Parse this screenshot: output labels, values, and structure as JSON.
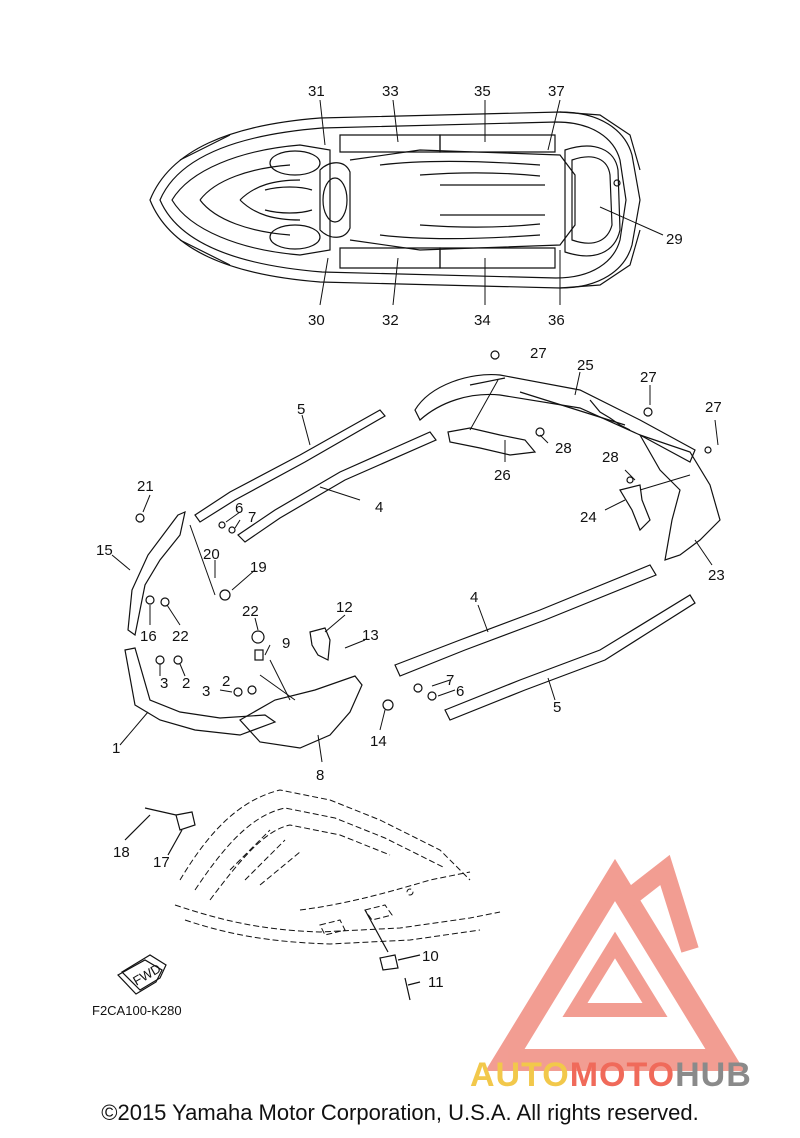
{
  "callouts": [
    "1",
    "2",
    "2",
    "3",
    "3",
    "4",
    "4",
    "5",
    "5",
    "6",
    "6",
    "7",
    "7",
    "8",
    "9",
    "10",
    "11",
    "12",
    "13",
    "14",
    "15",
    "16",
    "17",
    "18",
    "19",
    "20",
    "21",
    "22",
    "22",
    "23",
    "24",
    "25",
    "26",
    "27",
    "27",
    "27",
    "28",
    "28",
    "29",
    "30",
    "31",
    "32",
    "33",
    "34",
    "35",
    "36",
    "37"
  ],
  "diagram_code": "F2CA100-K280",
  "fwd_label": "FWD",
  "copyright": "©2015 Yamaha Motor Corporation, U.S.A. All rights reserved.",
  "watermark": {
    "part1": "AUTO",
    "part2": "MOTO",
    "part3": "HUB",
    "colors": {
      "auto": "#f2c84b",
      "moto": "#f06a5a",
      "hub": "#8a8a8a",
      "logo": "#f08c80"
    }
  }
}
